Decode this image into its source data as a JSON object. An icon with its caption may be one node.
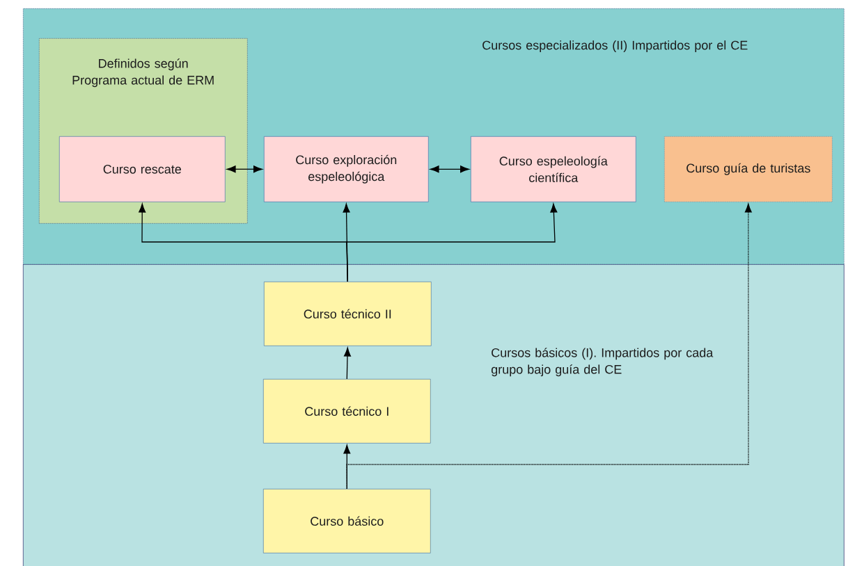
{
  "diagram": {
    "nodes": [
      {
        "text": [
          "Cursos especializados (II) Impartidos por el CE"
        ]
      },
      {
        "text": [
          "Definidos según Programa actual de ERM"
        ],
        "in": 0
      },
      {
        "text": [
          "Curso rescate"
        ],
        "in": 1
      },
      {
        "text": [
          "Curso exploración espeleológica"
        ],
        "in": 0
      },
      {
        "text": [
          "Curso espeleología científica"
        ],
        "in": 0
      },
      {
        "text": [
          "Curso  guía de turistas"
        ],
        "in": 0
      },
      {
        "text": [
          "Cursos básicos (I). Impartidos por cada grupo bajo guía del CE"
        ]
      },
      {
        "text": [
          "Curso técnico II"
        ],
        "in": 6
      },
      {
        "text": [
          "Curso técnico I"
        ],
        "in": 6
      },
      {
        "text": [
          "Curso básico"
        ],
        "in": 6
      }
    ],
    "edges": [
      {
        "from": 2,
        "to": 3,
        "arrow": "both"
      },
      {
        "from": 3,
        "to": 4,
        "arrow": "both"
      },
      {
        "from": 7,
        "to": 2,
        "arrow": "to"
      },
      {
        "from": 7,
        "to": 3,
        "arrow": "to"
      },
      {
        "from": 7,
        "to": 4,
        "arrow": "to"
      },
      {
        "from": 8,
        "to": 7,
        "arrow": "to"
      },
      {
        "from": 9,
        "to": 8,
        "arrow": "to"
      },
      {
        "from": 9,
        "to": 5,
        "arrow": "to",
        "style": "dashed"
      }
    ]
  }
}
